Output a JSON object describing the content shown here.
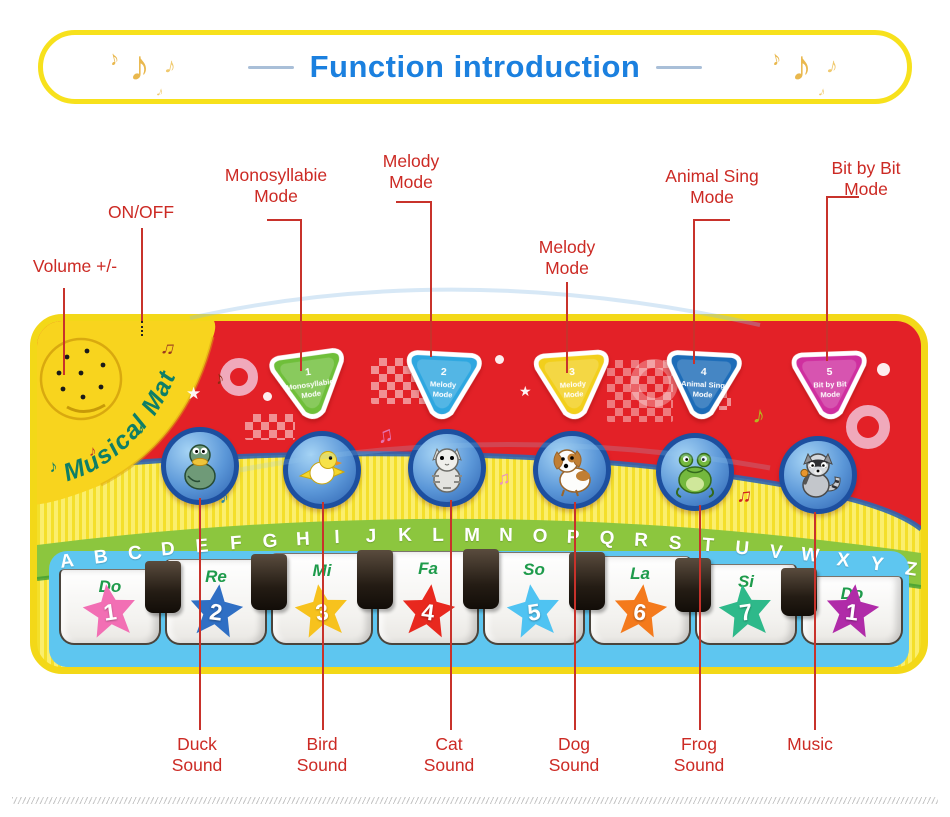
{
  "header": {
    "title": "Function introduction"
  },
  "callouts": {
    "volume": "Volume +/-",
    "power": "ON/OFF",
    "mode1_line1": "Monosyllabie",
    "mode1_line2": "Mode",
    "mode2_line1": "Melody",
    "mode2_line2": "Mode",
    "mode3_line1": "Melody",
    "mode3_line2": "Mode",
    "mode4_line1": "Animal Sing",
    "mode4_line2": "Mode",
    "mode5_line1": "Bit by Bit",
    "mode5_line2": "Mode"
  },
  "sounds": [
    {
      "line1": "Duck",
      "line2": "Sound"
    },
    {
      "line1": "Bird",
      "line2": "Sound"
    },
    {
      "line1": "Cat",
      "line2": "Sound"
    },
    {
      "line1": "Dog",
      "line2": "Sound"
    },
    {
      "line1": "Frog",
      "line2": "Sound"
    },
    {
      "line1": "Music",
      "line2": ""
    }
  ],
  "mat": {
    "brand": "Musical Mat",
    "modes": [
      {
        "number": "1",
        "label1": "Monosyllabie",
        "label2": "Mode",
        "color": "#6fbf3a"
      },
      {
        "number": "2",
        "label1": "Melody",
        "label2": "Mode",
        "color": "#2ea7e0"
      },
      {
        "number": "3",
        "label1": "Melody",
        "label2": "Mode",
        "color": "#f2cf1c"
      },
      {
        "number": "4",
        "label1": "Animal Sing",
        "label2": "Mode",
        "color": "#1d6cb8"
      },
      {
        "number": "5",
        "label1": "Bit by Bit",
        "label2": "Mode",
        "color": "#cf2f9f"
      }
    ],
    "animals": [
      "duck",
      "bird",
      "cat",
      "dog",
      "frog",
      "raccoon"
    ],
    "alphabet": "ABCDEFGHIJKLMNOPQRSTUVWXYZ",
    "keys": [
      {
        "note": "Do",
        "number": "1",
        "color": "#f26fb4"
      },
      {
        "note": "Re",
        "number": "2",
        "color": "#2f6fc4"
      },
      {
        "note": "Mi",
        "number": "3",
        "color": "#f7c21d"
      },
      {
        "note": "Fa",
        "number": "4",
        "color": "#e8281e"
      },
      {
        "note": "So",
        "number": "5",
        "color": "#4fc3f2"
      },
      {
        "note": "La",
        "number": "6",
        "color": "#f47a1c"
      },
      {
        "note": "Si",
        "number": "7",
        "color": "#2eb98a"
      },
      {
        "note": "Do",
        "number": "1",
        "color": "#b02ba8"
      }
    ]
  },
  "icons": {
    "eighth_note": "♪",
    "beamed_notes": "♫",
    "star": "★"
  },
  "colors": {
    "annotation_red": "#cc2a24",
    "title_blue": "#1b80df",
    "mat_red": "#e32127",
    "mat_yellow": "#f8d41e",
    "band_green": "#8cc63e",
    "tray_blue": "#5ec6f0",
    "note_green": "#1e9b4b",
    "border_yellow": "#f7e11c"
  }
}
